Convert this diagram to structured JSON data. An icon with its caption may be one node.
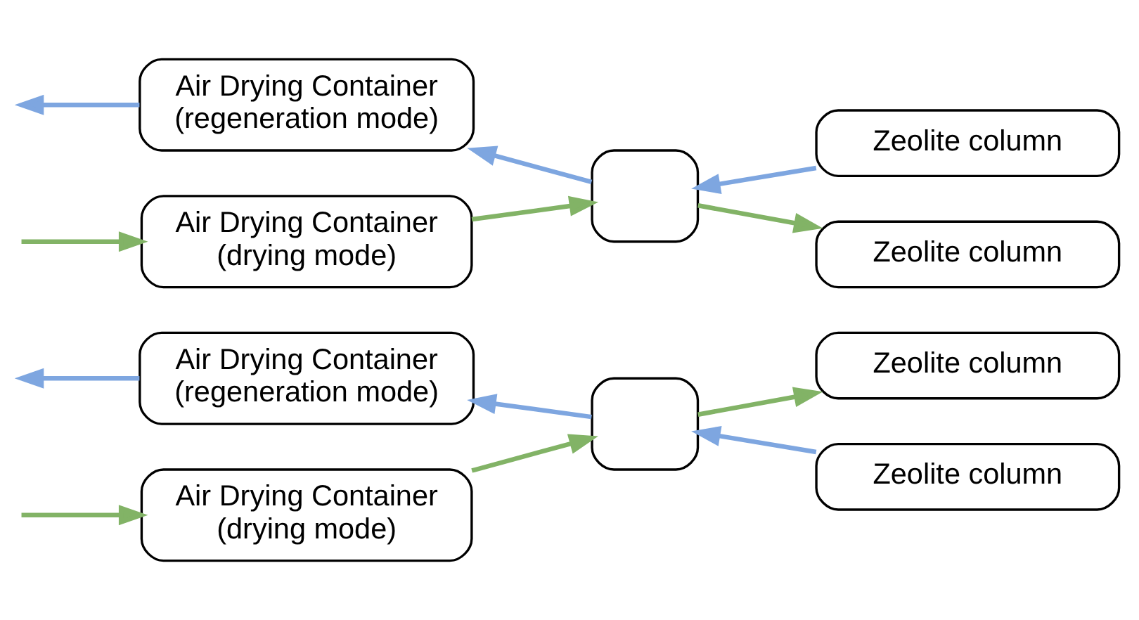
{
  "diagram": {
    "nodes": [
      {
        "text": [
          "Air Drying Container (regeneration mode)"
        ]
      },
      {
        "text": [
          "Air Drying Container (drying mode)"
        ]
      },
      {
        "text": [],
        "shape": "box"
      },
      {
        "text": [
          "Zeolite column"
        ]
      },
      {
        "text": [
          "Zeolite column"
        ]
      },
      {
        "text": [
          "Air Drying Container (regeneration mode)"
        ]
      },
      {
        "text": [
          "Air Drying Container (drying mode)"
        ]
      },
      {
        "text": [],
        "shape": "box"
      },
      {
        "text": [
          "Zeolite column"
        ]
      },
      {
        "text": [
          "Zeolite column"
        ]
      }
    ],
    "edges": [
      {
        "from": 0,
        "to": null,
        "arrow": "to",
        "color": "#7ea6e0"
      },
      {
        "from": null,
        "to": 1,
        "arrow": "to",
        "color": "#82b366"
      },
      {
        "from": 3,
        "to": 2,
        "arrow": "to",
        "color": "#7ea6e0"
      },
      {
        "from": 2,
        "to": 0,
        "arrow": "to",
        "color": "#7ea6e0"
      },
      {
        "from": 1,
        "to": 2,
        "arrow": "to",
        "color": "#82b366"
      },
      {
        "from": 2,
        "to": 4,
        "arrow": "to",
        "color": "#82b366"
      },
      {
        "from": 5,
        "to": null,
        "arrow": "to",
        "color": "#7ea6e0"
      },
      {
        "from": null,
        "to": 6,
        "arrow": "to",
        "color": "#82b366"
      },
      {
        "from": 9,
        "to": 7,
        "arrow": "to",
        "color": "#7ea6e0"
      },
      {
        "from": 7,
        "to": 5,
        "arrow": "to",
        "color": "#7ea6e0"
      },
      {
        "from": 6,
        "to": 7,
        "arrow": "to",
        "color": "#82b366"
      },
      {
        "from": 7,
        "to": 8,
        "arrow": "to",
        "color": "#82b366"
      }
    ]
  }
}
